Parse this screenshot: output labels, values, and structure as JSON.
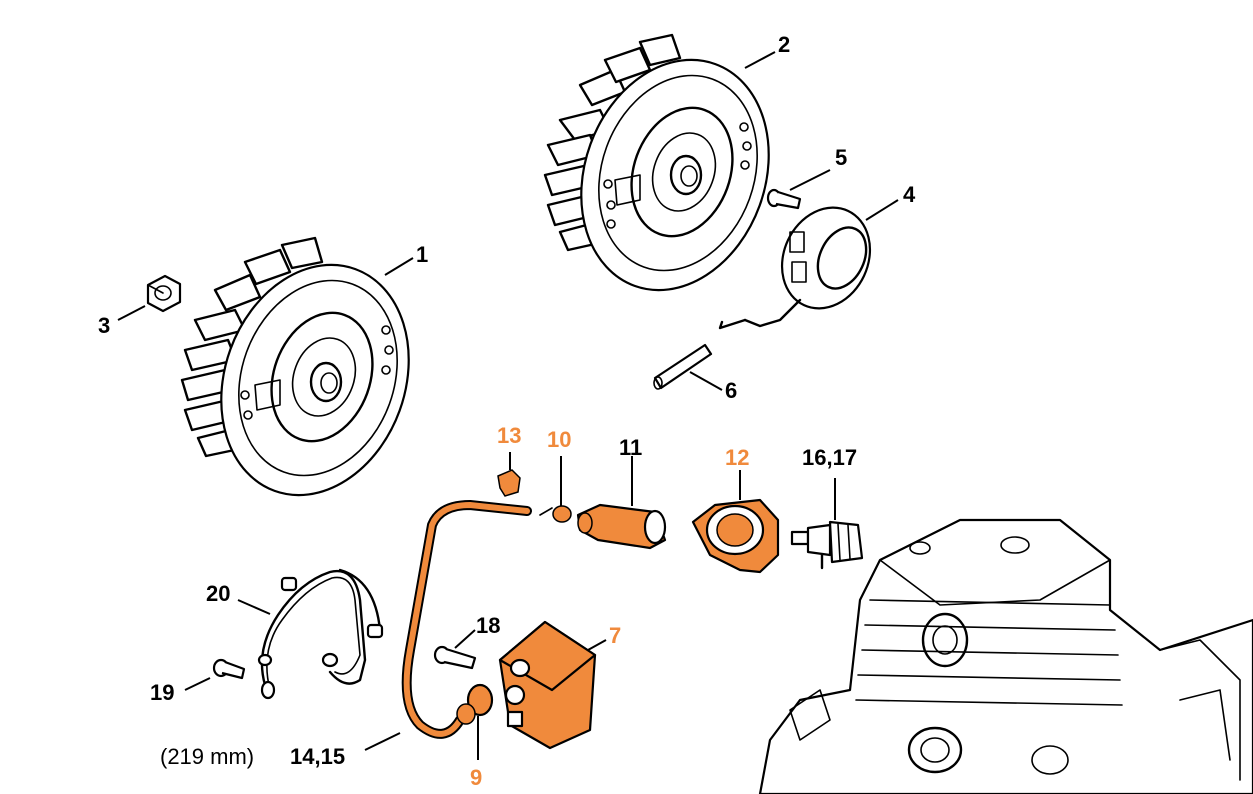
{
  "colors": {
    "highlight": "#f08a3c",
    "ink": "#000000",
    "background": "#ffffff"
  },
  "labels": {
    "p1": "1",
    "p2": "2",
    "p3": "3",
    "p4": "4",
    "p5": "5",
    "p6": "6",
    "p7": "7",
    "p9": "9",
    "p10": "10",
    "p11": "11",
    "p12": "12",
    "p13": "13",
    "p14_15": "14,15",
    "p14_15_note": "(219 mm)",
    "p16_17": "16,17",
    "p18": "18",
    "p19": "19",
    "p20": "20"
  },
  "highlighted_parts": [
    "7",
    "9",
    "10",
    "11",
    "12",
    "13"
  ]
}
